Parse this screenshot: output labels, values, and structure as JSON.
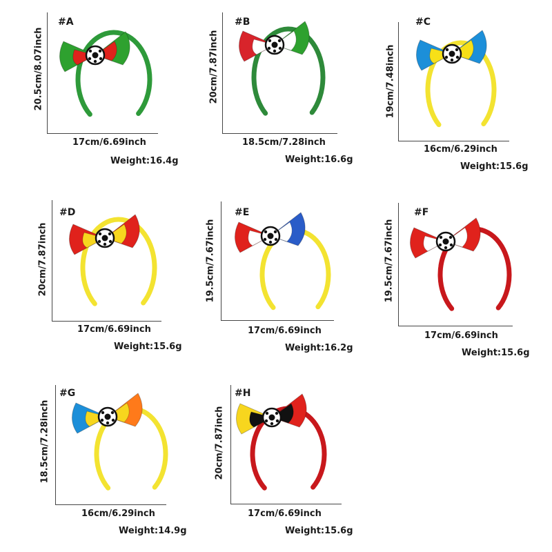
{
  "headbands": [
    {
      "tag": "#A",
      "width": "17cm/6.69inch",
      "height": "20.5cm/8.07inch",
      "weight": "Weight:16.4g",
      "band_color": "#2e9a3a",
      "bow_colors": [
        "#2ea12f",
        "#e0221c",
        "#2ea12f"
      ]
    },
    {
      "tag": "#B",
      "width": "18.5cm/7.28inch",
      "height": "20cm/7.87inch",
      "weight": "Weight:16.6g",
      "band_color": "#2e8a3a",
      "bow_colors": [
        "#d8242b",
        "#ffffff",
        "#2ea12f"
      ]
    },
    {
      "tag": "#C",
      "width": "16cm/6.29inch",
      "height": "19cm/7.48inch",
      "weight": "Weight:15.6g",
      "band_color": "#f3e331",
      "bow_colors": [
        "#1c8fd9",
        "#f7e018",
        "#1c8fd9"
      ]
    },
    {
      "tag": "#D",
      "width": "17cm/6.69inch",
      "height": "20cm/7.87inch",
      "weight": "Weight:15.6g",
      "band_color": "#f3e331",
      "bow_colors": [
        "#e0221c",
        "#f7d61e",
        "#e0221c"
      ]
    },
    {
      "tag": "#E",
      "width": "17cm/6.69inch",
      "height": "19.5cm/7.67inch",
      "weight": "Weight:16.2g",
      "band_color": "#f3e331",
      "bow_colors": [
        "#e0221c",
        "#ffffff",
        "#2a5cc8"
      ]
    },
    {
      "tag": "#F",
      "width": "17cm/6.69inch",
      "height": "19.5cm/7.67inch",
      "weight": "Weight:15.6g",
      "band_color": "#c8181c",
      "bow_colors": [
        "#e0221c",
        "#ffffff",
        "#e0221c"
      ]
    },
    {
      "tag": "#G",
      "width": "16cm/6.29inch",
      "height": "18.5cm/7.28inch",
      "weight": "Weight:14.9g",
      "band_color": "#f3e331",
      "bow_colors": [
        "#1c8fd9",
        "#f7d61e",
        "#ff7a1a"
      ]
    },
    {
      "tag": "#H",
      "width": "17cm/6.69inch",
      "height": "20cm/7.87inch",
      "weight": "Weight:15.6g",
      "band_color": "#c8181c",
      "bow_colors": [
        "#f7d61e",
        "#111111",
        "#e0221c"
      ]
    }
  ]
}
